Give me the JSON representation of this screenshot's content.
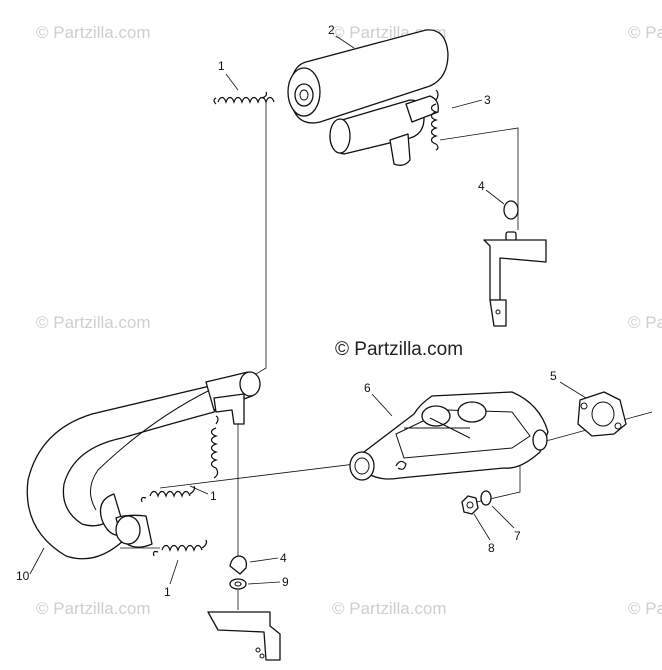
{
  "watermarks": {
    "copyright_text": "© Partzilla.com",
    "center_text": "© Partzilla.com"
  },
  "callouts": [
    {
      "id": "c1a",
      "label": "1"
    },
    {
      "id": "c2",
      "label": "2"
    },
    {
      "id": "c3",
      "label": "3"
    },
    {
      "id": "c4a",
      "label": "4"
    },
    {
      "id": "c5",
      "label": "5"
    },
    {
      "id": "c6",
      "label": "6"
    },
    {
      "id": "c1b",
      "label": "1"
    },
    {
      "id": "c10",
      "label": "10"
    },
    {
      "id": "c1c",
      "label": "1"
    },
    {
      "id": "c4b",
      "label": "4"
    },
    {
      "id": "c9",
      "label": "9"
    },
    {
      "id": "c8",
      "label": "8"
    },
    {
      "id": "c7",
      "label": "7"
    }
  ]
}
